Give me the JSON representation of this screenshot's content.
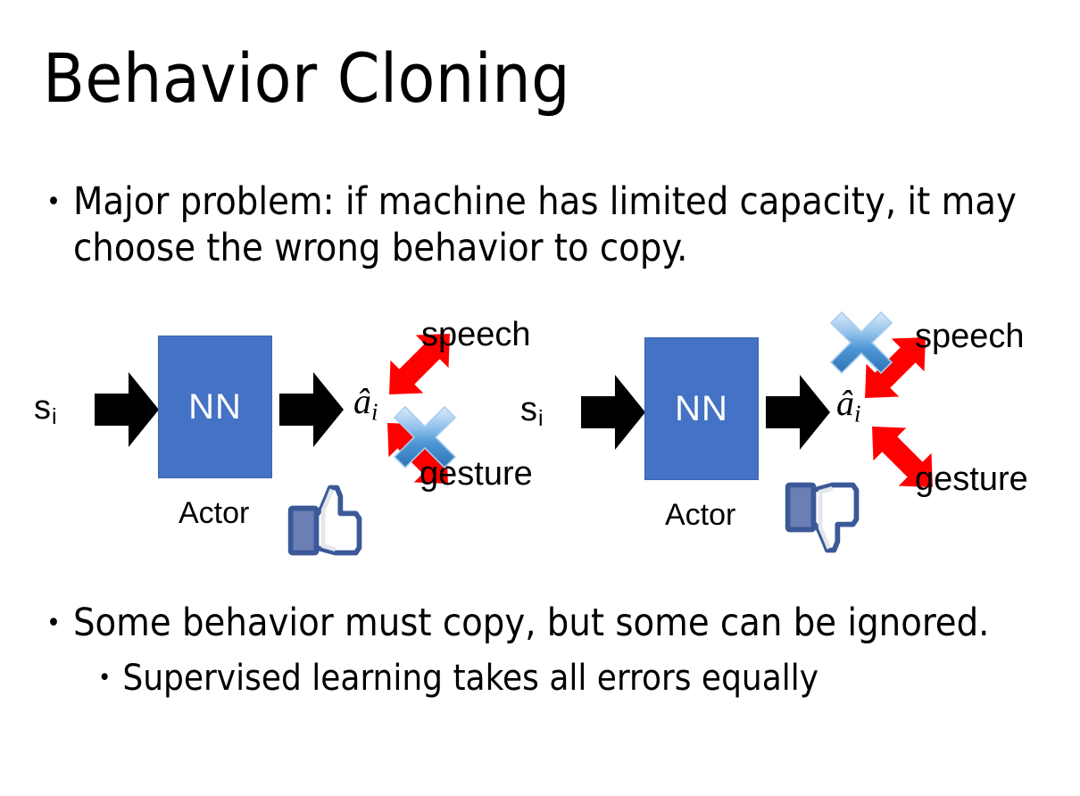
{
  "slide": {
    "title": "Behavior Cloning",
    "background_color": "#FFFFFF"
  },
  "bullets": {
    "top": {
      "marker": "•",
      "text": "Major problem: if machine has limited capacity, it may choose the wrong behavior to copy."
    },
    "bottom_level1": {
      "marker": "•",
      "text": "Some behavior must copy, but some can be ignored."
    },
    "bottom_level2": {
      "marker": "•",
      "text": "Supervised learning takes all errors equally"
    }
  },
  "colors": {
    "nn_box_fill": "#4472C4",
    "nn_box_border": "#3C64AD",
    "arrow_black": "#000000",
    "arrow_red": "#FF0000",
    "x_blue_light": "#CBE0F7",
    "x_blue_mid": "#5B9BD5",
    "x_blue_dark": "#2E74B5",
    "thumb_outline": "#3B5998",
    "thumb_fill": "#FFFFFF",
    "thumb_sleeve": "#6B7FB5",
    "text": "#000000"
  },
  "diagrams": [
    {
      "id": "left",
      "state_label": "s",
      "state_subscript": "i",
      "box_label": "NN",
      "box_caption": "Actor",
      "action_label": "â",
      "action_subscript": "i",
      "outputs": [
        {
          "name": "speech",
          "label": "speech",
          "crossed_out": false
        },
        {
          "name": "gesture",
          "label": "gesture",
          "crossed_out": true
        }
      ],
      "verdict_icon": "thumbs-up-icon",
      "verdict": "positive"
    },
    {
      "id": "right",
      "state_label": "s",
      "state_subscript": "i",
      "box_label": "NN",
      "box_caption": "Actor",
      "action_label": "â",
      "action_subscript": "i",
      "outputs": [
        {
          "name": "speech",
          "label": "speech",
          "crossed_out": true
        },
        {
          "name": "gesture",
          "label": "gesture",
          "crossed_out": false
        }
      ],
      "verdict_icon": "thumbs-down-icon",
      "verdict": "negative"
    }
  ]
}
